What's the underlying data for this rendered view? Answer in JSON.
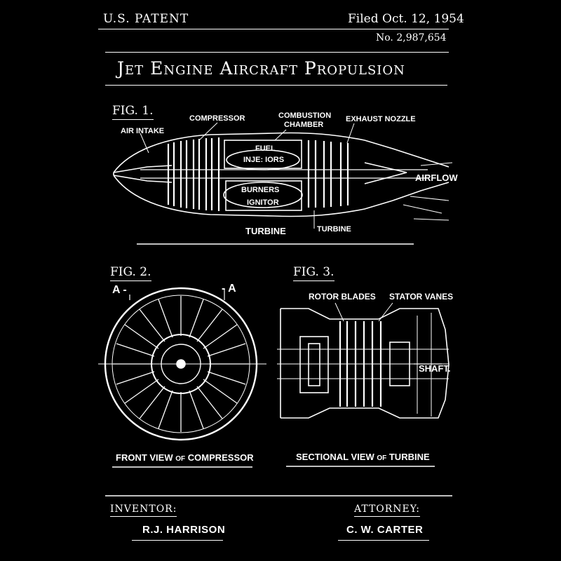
{
  "header": {
    "patent_label": "U.S. PATENT",
    "filed": "Filed Oct. 12, 1954",
    "patent_number": "No. 2,987,654",
    "title": "Jet Engine Aircraft Propulsion"
  },
  "fig1": {
    "label": "FIG. 1.",
    "air_intake": "AIR INTAKE",
    "compressor": "COMPRESSOR",
    "combustion_line1": "COMBUSTION",
    "combustion_line2": "CHAMBER",
    "exhaust_nozzle": "EXHAUST NOZZLE",
    "fuel": "FUEL",
    "injectors": "INJE: IORS",
    "burners": "BURNERS",
    "ignitor": "IGNITOR",
    "airflow": "AIRFLOW",
    "turbine_left": "TURBINE",
    "turbine_right": "TURBINE"
  },
  "fig2": {
    "label": "FIG. 2.",
    "section_left": "A -",
    "section_right": "- A",
    "caption_front": "FRONT VIEW",
    "caption_of": "OF",
    "caption_part": "COMPRESSOR"
  },
  "fig3": {
    "label": "FIG. 3.",
    "rotor_blades": "ROTOR BLADES",
    "stator_vanes": "STATOR VANES",
    "shaft": "SHAFT.",
    "caption_front": "SECTIONAL VIEW",
    "caption_of": "OF",
    "caption_part": "TURBINE"
  },
  "footer": {
    "inventor_label": "INVENTOR:",
    "inventor_name": "R.J. HARRISON",
    "attorney_label": "ATTORNEY:",
    "attorney_name": "C. W. CARTER"
  }
}
